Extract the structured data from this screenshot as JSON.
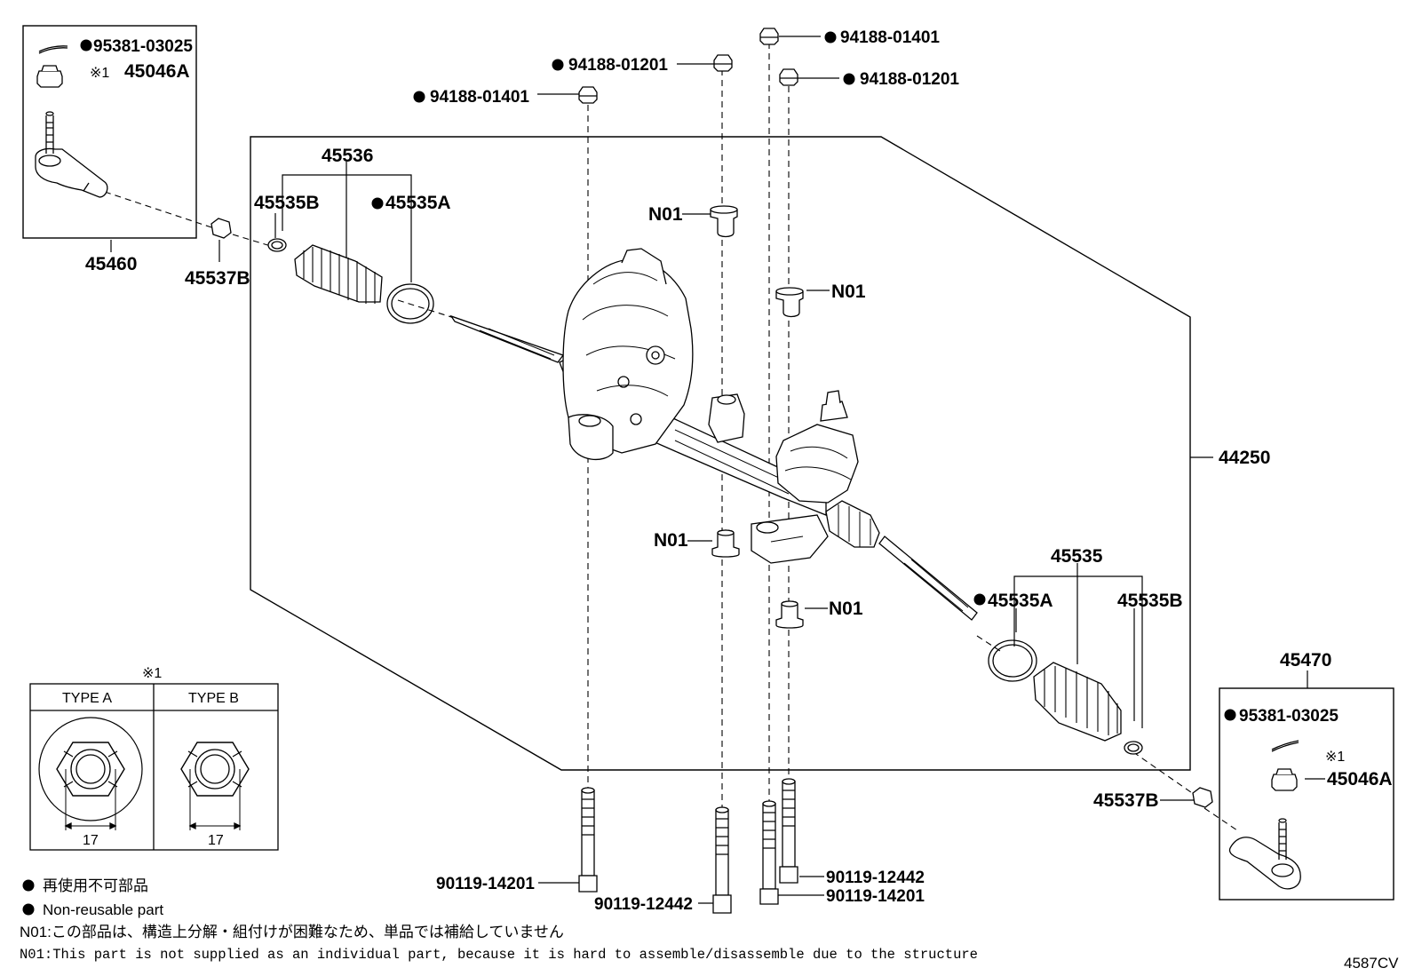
{
  "callouts": {
    "c_95381_top": "95381-03025",
    "c_45046A_top": "45046A",
    "c_ref1_top": "※1",
    "c_45460": "45460",
    "c_45537B_left": "45537B",
    "c_45536": "45536",
    "c_45535B_left": "45535B",
    "c_45535A_left": "45535A",
    "c_94188_01401_a": "94188-01401",
    "c_94188_01201_a": "94188-01201",
    "c_94188_01401_b": "94188-01401",
    "c_94188_01201_b": "94188-01201",
    "c_N01_1": "N01",
    "c_N01_2": "N01",
    "c_N01_3": "N01",
    "c_N01_4": "N01",
    "c_44250": "44250",
    "c_45535": "45535",
    "c_45535A_right": "45535A",
    "c_45535B_right": "45535B",
    "c_45470": "45470",
    "c_95381_right": "95381-03025",
    "c_ref1_right": "※1",
    "c_45046A_right": "45046A",
    "c_45537B_right": "45537B",
    "c_90119_14201_a": "90119-14201",
    "c_90119_12442_a": "90119-12442",
    "c_90119_12442_b": "90119-12442",
    "c_90119_14201_b": "90119-14201"
  },
  "type_table": {
    "ref_mark": "※1",
    "type_a": "TYPE A",
    "type_b": "TYPE B",
    "size_a": "17",
    "size_b": "17"
  },
  "legend": {
    "jp_nonreusable": "再使用不可部品",
    "en_nonreusable": "Non-reusable part",
    "jp_n01": "N01:この部品は、構造上分解・組付けが困難なため、単品では補給していません",
    "en_n01": "N01:This part is not supplied as an individual part, because it is hard to assemble/disassemble due to the structure"
  },
  "diagram_code": "4587CV",
  "colors": {
    "ink": "#000000",
    "paper": "#ffffff"
  }
}
